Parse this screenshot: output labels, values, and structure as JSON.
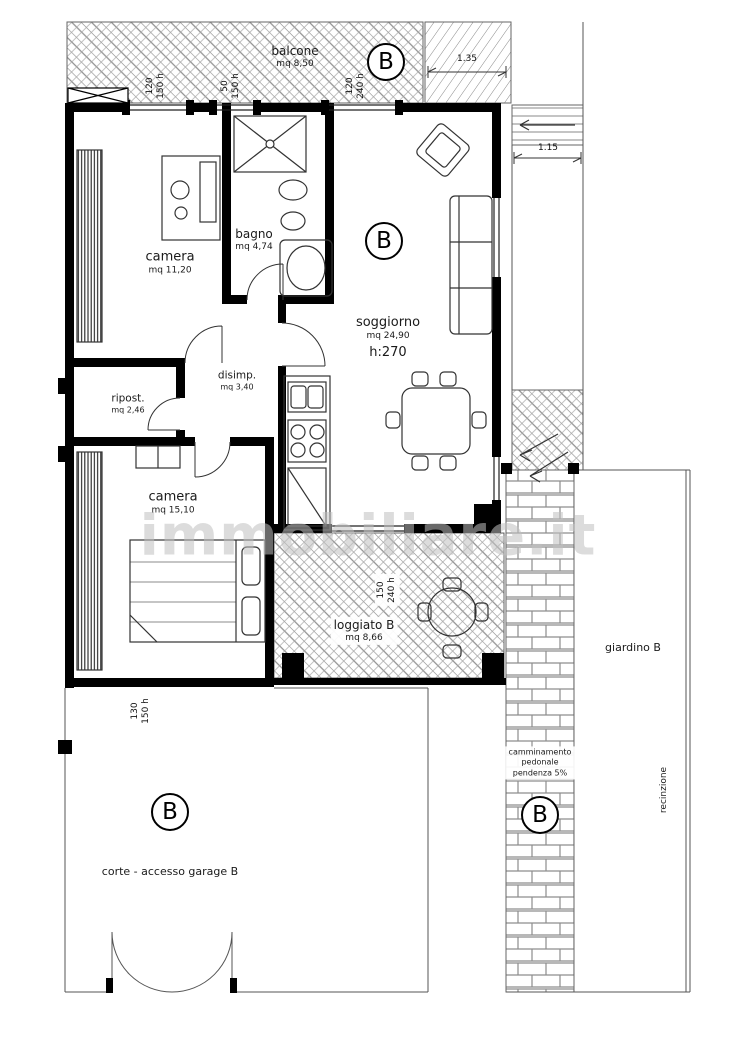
{
  "unit": "B",
  "watermark": "immobiliare.it",
  "rooms": {
    "balcone": {
      "name": "balcone",
      "area": "mq 8,50"
    },
    "camera1": {
      "name": "camera",
      "area": "mq 11,20"
    },
    "bagno": {
      "name": "bagno",
      "area": "mq 4,74"
    },
    "soggiorno": {
      "name": "soggiorno",
      "area": "mq 24,90",
      "height": "h:270"
    },
    "disimp": {
      "name": "disimp.",
      "area": "mq 3,40"
    },
    "ripost": {
      "name": "ripost.",
      "area": "mq 2,46"
    },
    "camera2": {
      "name": "camera",
      "area": "mq 15,10"
    },
    "loggiato": {
      "name": "loggiato B",
      "area": "mq 8,66"
    },
    "giardino": {
      "name": "giardino B"
    },
    "camminamento": {
      "line1": "camminamento",
      "line2": "pedonale",
      "line3": "pendenza 5%"
    },
    "corte": {
      "name": "corte - accesso garage B"
    },
    "recinzione": {
      "name": "recinzione"
    }
  },
  "dims": {
    "camera_window": {
      "a": "120",
      "b": "150 h"
    },
    "bagno_window": {
      "a": "50",
      "b": "150 h"
    },
    "balcone_door": {
      "a": "120",
      "b": "240 h"
    },
    "loggiato_door": {
      "a": "150",
      "b": "240 h"
    },
    "camera2_window": {
      "a": "130",
      "b": "150 h"
    },
    "stair_len": "1.35",
    "stair_wid": "1.15"
  }
}
